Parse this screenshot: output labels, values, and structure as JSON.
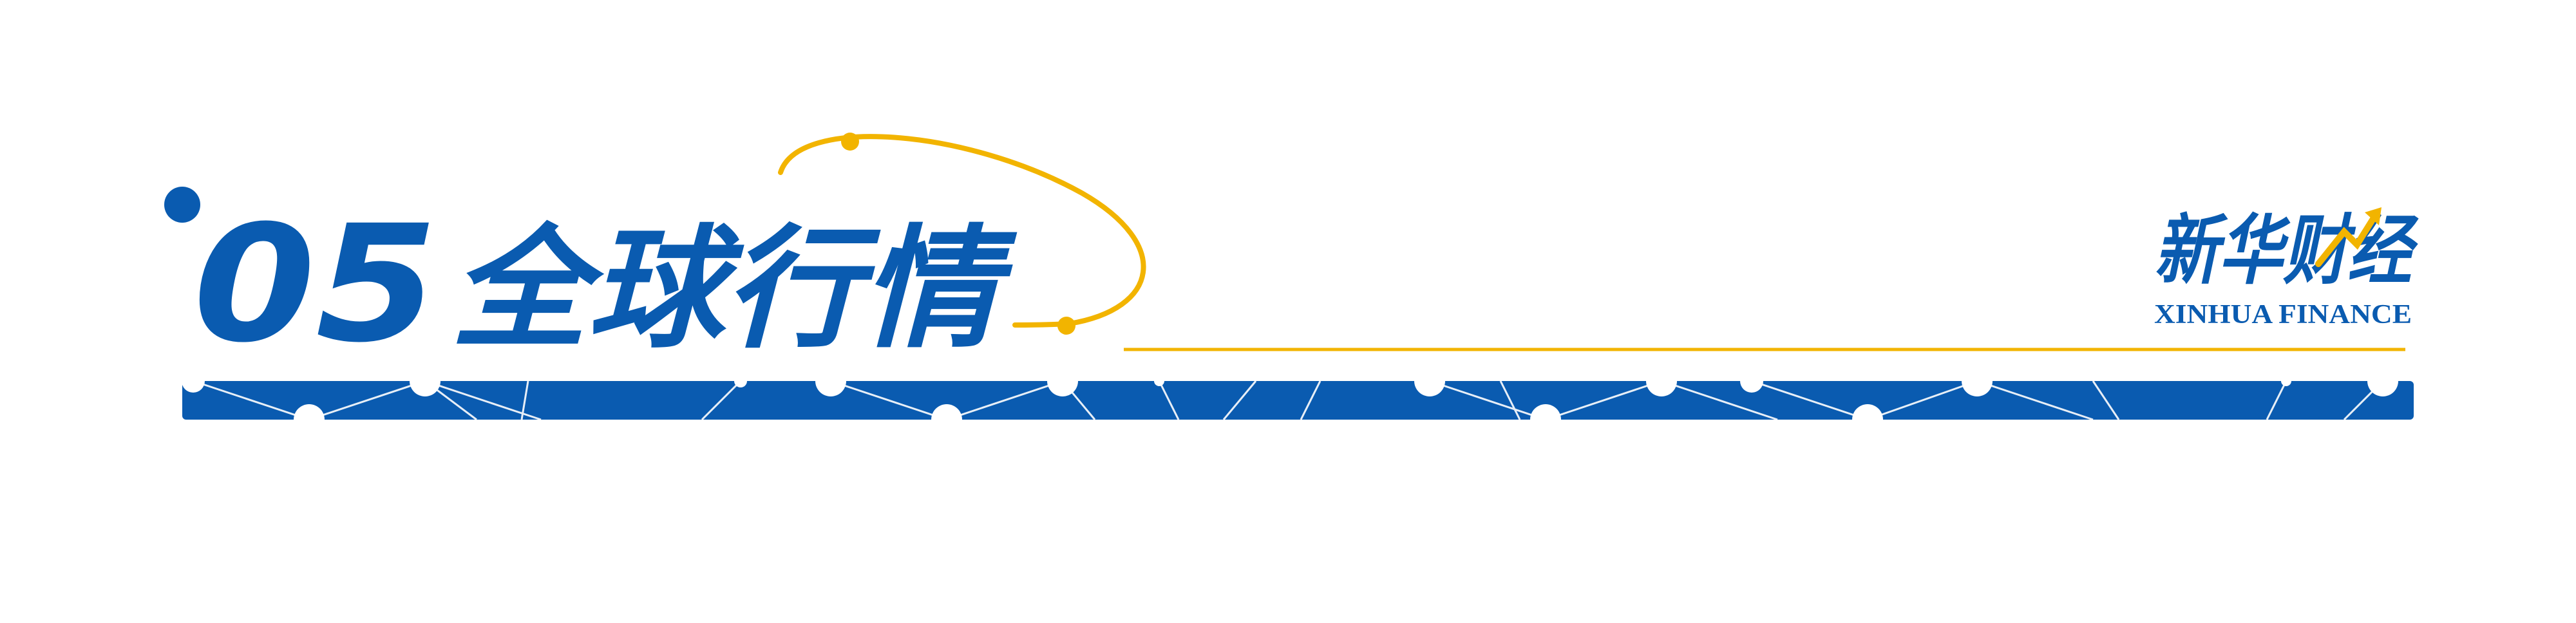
{
  "section": {
    "number": "05",
    "title": "全球行情"
  },
  "logo": {
    "chinese": "新华财经",
    "english": "XINHUA FINANCE"
  },
  "colors": {
    "primary_blue": "#0a5bb0",
    "accent_yellow": "#f2b400",
    "white": "#ffffff"
  }
}
